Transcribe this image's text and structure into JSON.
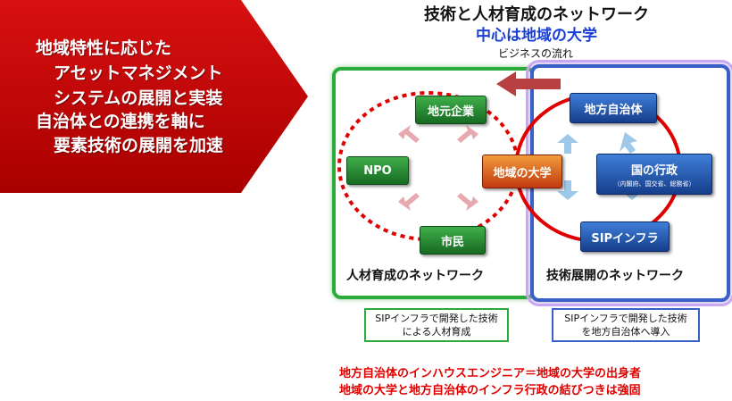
{
  "banner": {
    "lines": [
      "地域特性に応じた",
      "アセットマネジメント",
      "システムの展開と実装",
      "自治体との連携を軸に",
      "要素技術の展開を加速"
    ],
    "color": "#c40000"
  },
  "titles": {
    "main": "技術と人材育成のネットワーク",
    "sub": "中心は地域の大学",
    "flow": "ビジネスの流れ"
  },
  "nodes": {
    "company": "地元企業",
    "npo": "NPO",
    "citizen": "市民",
    "university": "地域の大学",
    "municipality": "地方自治体",
    "national": "国の行政",
    "national_sub": "（内閣府、国交省、総務省）",
    "sip": "SIPインフラ"
  },
  "panels": {
    "left_label": "人材育成のネットワーク",
    "right_label": "技術展開のネットワーク"
  },
  "notes": {
    "left": [
      "SIPインフラで開発した技術",
      "による人材育成"
    ],
    "right": [
      "SIPインフラで開発した技術",
      "を地方自治体へ導入"
    ]
  },
  "bottom": {
    "line1": "地方自治体のインハウスエンジニア＝地域の大学の出身者",
    "line2": "地域の大学と地方自治体のインフラ行政の結びつきは強固"
  },
  "colors": {
    "red": "#e00000",
    "green": "#2bab3a",
    "blue": "#3b5fc8",
    "arrow": "#b84040"
  }
}
